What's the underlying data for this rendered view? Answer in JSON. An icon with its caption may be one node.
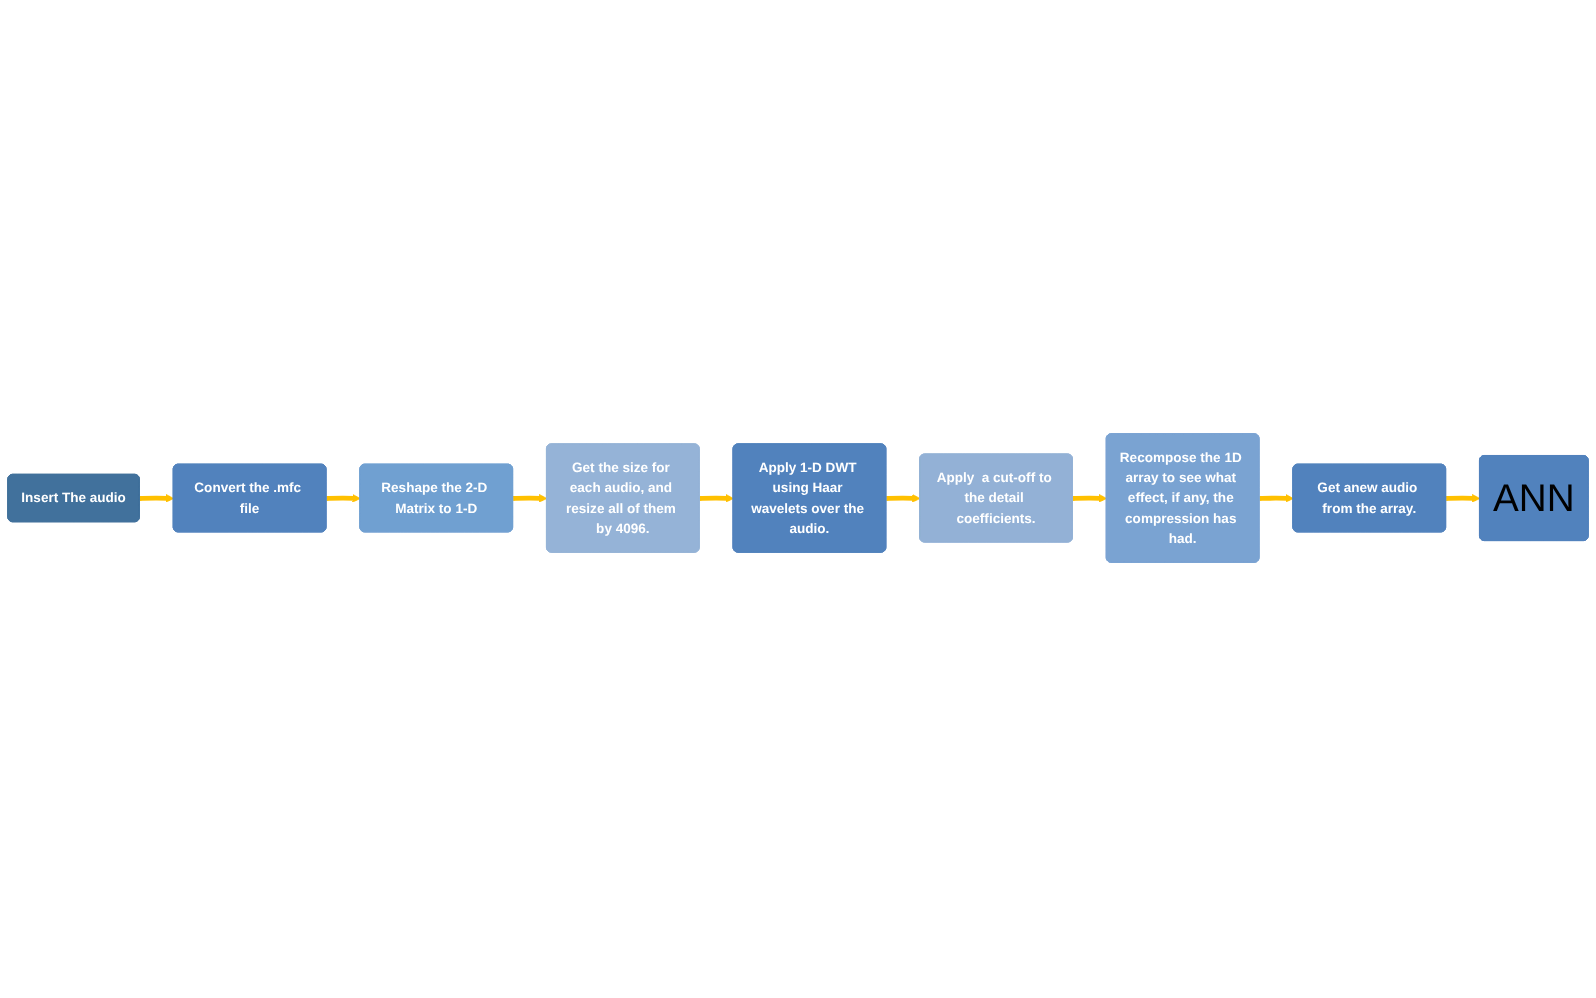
{
  "diagram": {
    "nodes": [
      {
        "text": [
          "Insert The audio"
        ]
      },
      {
        "text": [
          "Convert the .mfc file"
        ]
      },
      {
        "text": [
          "Reshape the 2-D Matrix to 1-D"
        ]
      },
      {
        "text": [
          "Get the size for each audio, and resize all of them by 4096."
        ]
      },
      {
        "text": [
          "Apply 1-D DWT using Haar wavelets over the audio."
        ]
      },
      {
        "text": [
          "Apply  a cut-off to the detail coefficients."
        ]
      },
      {
        "text": [
          "Recompose the 1D array to see what effect, if any, the compression has had."
        ]
      },
      {
        "text": [
          "Get anew audio from the array."
        ]
      },
      {
        "text": [
          "ANN"
        ]
      }
    ],
    "edges": [
      {
        "from": 0,
        "to": 1,
        "arrow": "to"
      },
      {
        "from": 1,
        "to": 2,
        "arrow": "to"
      },
      {
        "from": 2,
        "to": 3,
        "arrow": "to"
      },
      {
        "from": 3,
        "to": 4,
        "arrow": "to"
      },
      {
        "from": 4,
        "to": 5,
        "arrow": "to"
      },
      {
        "from": 5,
        "to": 6,
        "arrow": "to"
      },
      {
        "from": 6,
        "to": 7,
        "arrow": "to"
      },
      {
        "from": 7,
        "to": 8,
        "arrow": "to"
      }
    ]
  }
}
